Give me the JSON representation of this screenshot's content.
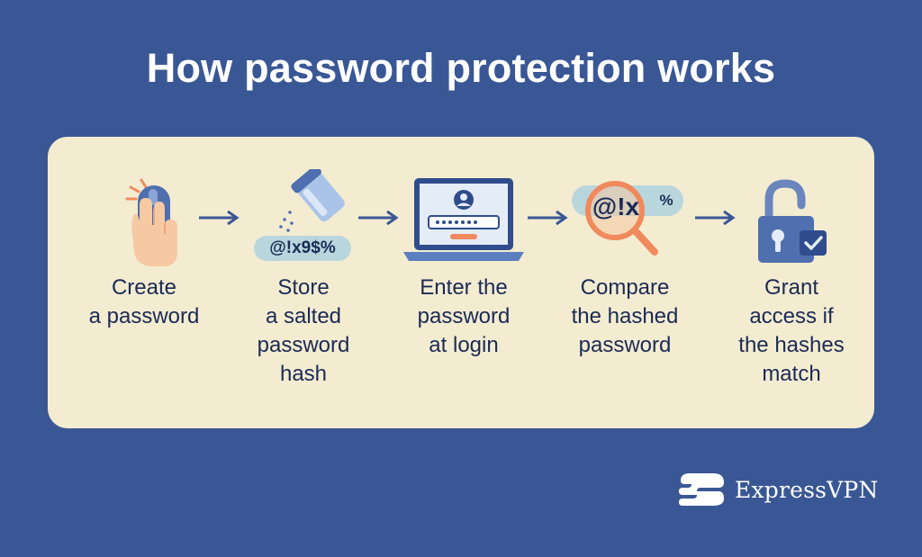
{
  "title": "How password protection works",
  "steps": [
    {
      "label_line1": "Create",
      "label_line2": "a password",
      "icon": "hand-mouse-icon"
    },
    {
      "label_line1": "Store",
      "label_line2": "a salted",
      "label_line3": "password",
      "label_line4": "hash",
      "icon": "salt-shaker-icon",
      "badge": "@!x9$%"
    },
    {
      "label_line1": "Enter the",
      "label_line2": "password",
      "label_line3": "at login",
      "icon": "laptop-login-icon"
    },
    {
      "label_line1": "Compare",
      "label_line2": "the hashed",
      "label_line3": "password",
      "icon": "magnifier-icon",
      "badge_main": "@!x",
      "badge_extra": "%"
    },
    {
      "label_line1": "Grant",
      "label_line2": "access if",
      "label_line3": "the hashes",
      "label_line4": "match",
      "icon": "padlock-check-icon"
    }
  ],
  "brand": {
    "name": "ExpressVPN",
    "icon": "expressvpn-logo-icon"
  },
  "colors": {
    "background": "#3a5795",
    "panel": "#f3ecd1",
    "text": "#1b2a55",
    "accent_orange": "#f08a5d",
    "accent_blue": "#5b7fbf",
    "badge": "#b9d6dc"
  }
}
